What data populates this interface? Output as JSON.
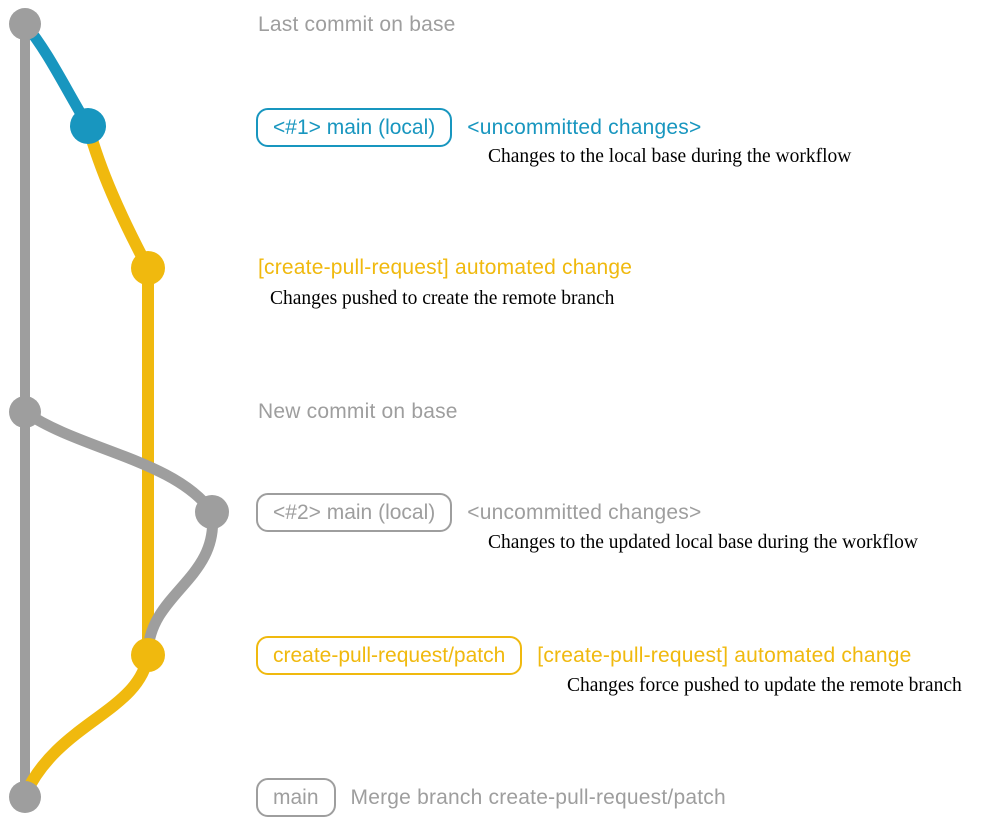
{
  "palette": {
    "gray": "#9e9e9e",
    "blue": "#1896bf",
    "yellow": "#f0b90e",
    "ink": "#000000",
    "background": "#ffffff"
  },
  "rows": {
    "r1": {
      "text": "Last commit on base"
    },
    "r2": {
      "badge": "<#1> main (local)",
      "title": "<uncommitted changes>",
      "description": "Changes to the local base during the workflow"
    },
    "r3": {
      "title": "[create-pull-request] automated change",
      "description": "Changes pushed to create the remote branch"
    },
    "r4": {
      "text": "New commit on base"
    },
    "r5": {
      "badge": "<#2> main (local)",
      "title": "<uncommitted changes>",
      "description": "Changes to the updated local base during the workflow"
    },
    "r6": {
      "badge": "create-pull-request/patch",
      "title": "[create-pull-request] automated change",
      "description": "Changes force pushed to update the remote branch"
    },
    "r7": {
      "badge": "main",
      "text": "Merge branch create-pull-request/patch"
    }
  }
}
